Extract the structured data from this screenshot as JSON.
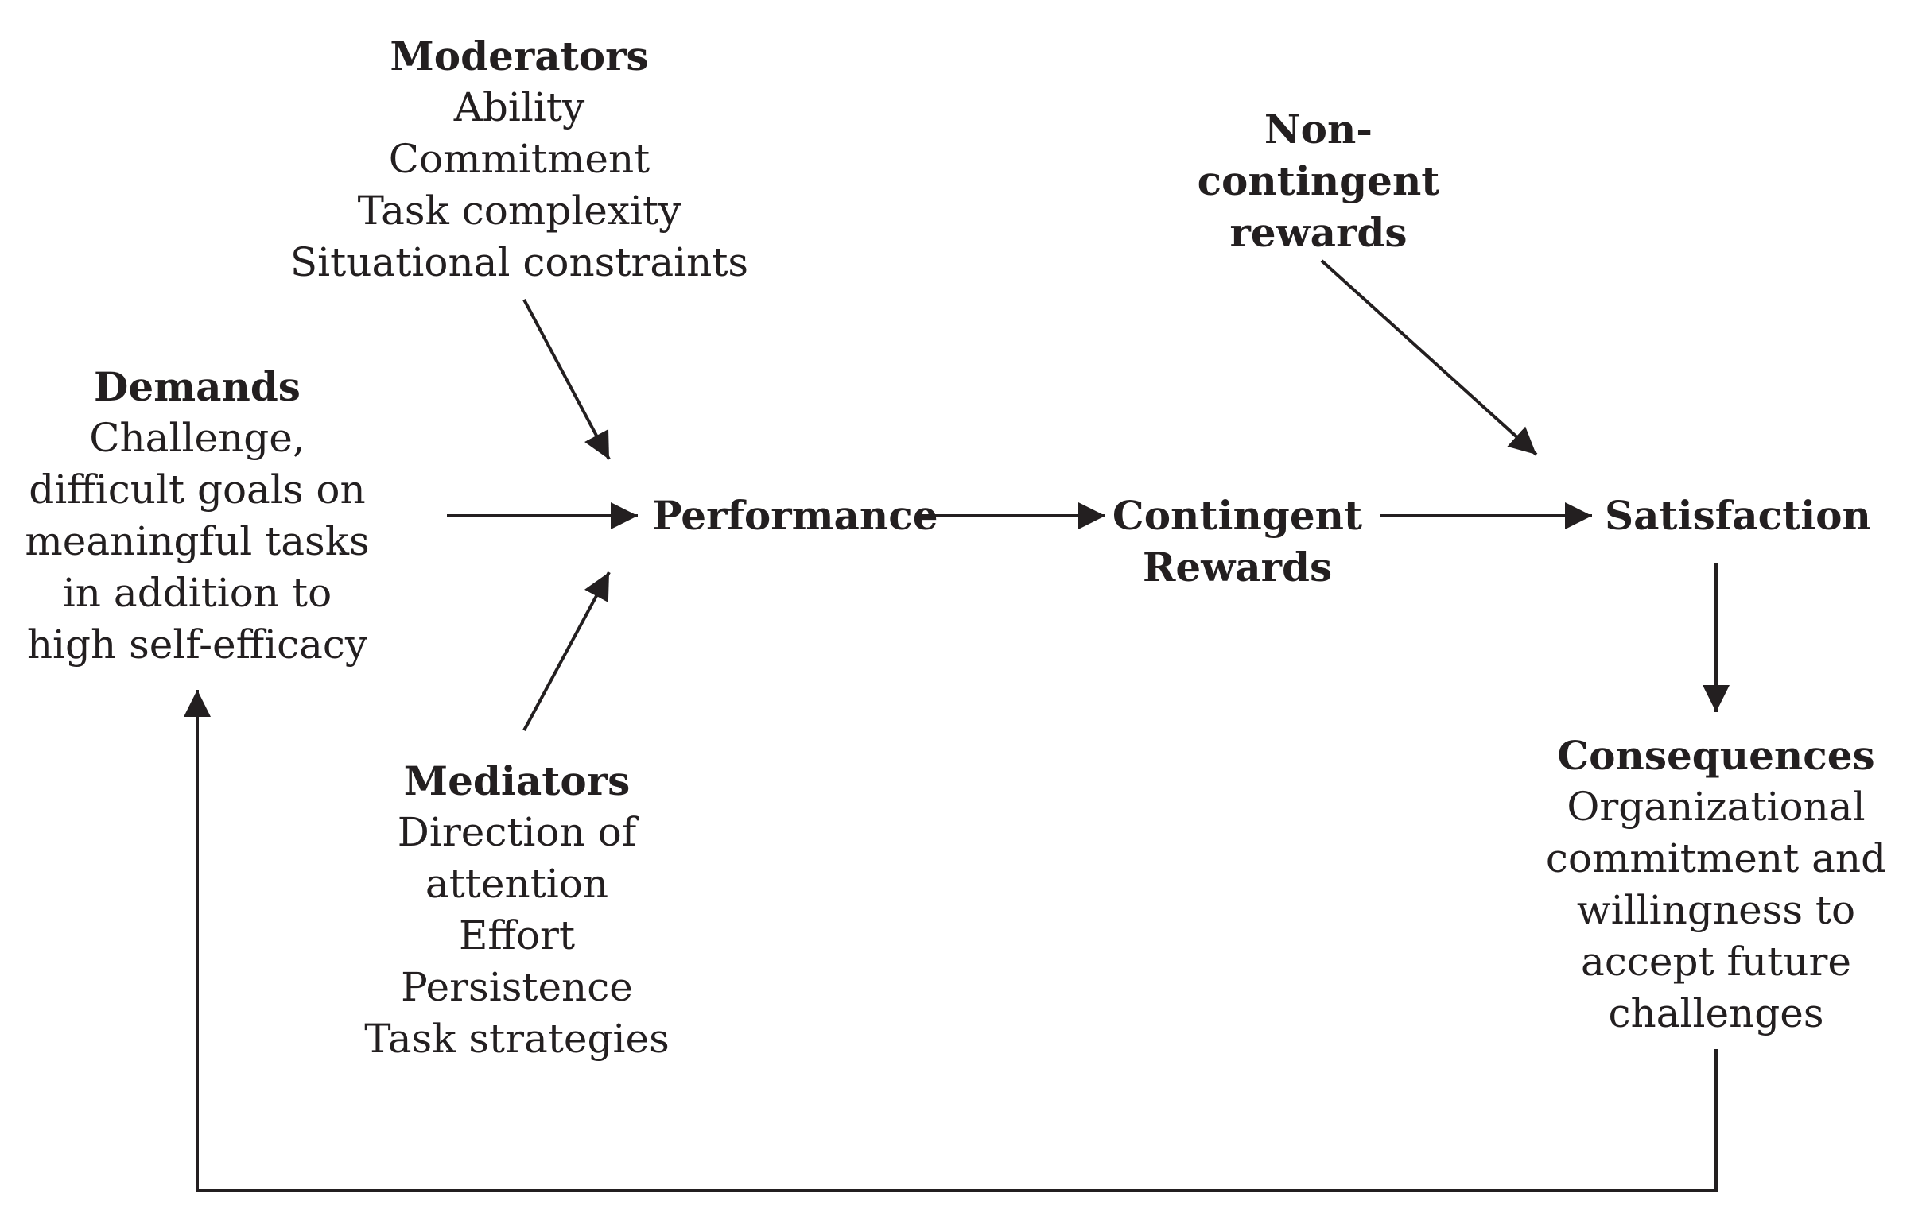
{
  "nodes": {
    "moderators": {
      "title": "Moderators",
      "items": [
        "Ability",
        "Commitment",
        "Task complexity",
        "Situational constraints"
      ]
    },
    "non_contingent": {
      "lines": [
        "Non-",
        "contingent",
        "rewards"
      ]
    },
    "demands": {
      "title": "Demands",
      "items": [
        "Challenge,",
        "difficult goals on",
        "meaningful tasks",
        "in addition to",
        "high self-efficacy"
      ]
    },
    "performance": {
      "label": "Performance"
    },
    "contingent_rewards": {
      "lines": [
        "Contingent",
        "Rewards"
      ]
    },
    "satisfaction": {
      "label": "Satisfaction"
    },
    "mediators": {
      "title": "Mediators",
      "items": [
        "Direction of",
        "attention",
        "Effort",
        "Persistence",
        "Task strategies"
      ]
    },
    "consequences": {
      "title": "Consequences",
      "items": [
        "Organizational",
        "commitment and",
        "willingness to",
        "accept future",
        "challenges"
      ]
    }
  },
  "colors": {
    "ink": "#231f20",
    "background": "#ffffff"
  }
}
